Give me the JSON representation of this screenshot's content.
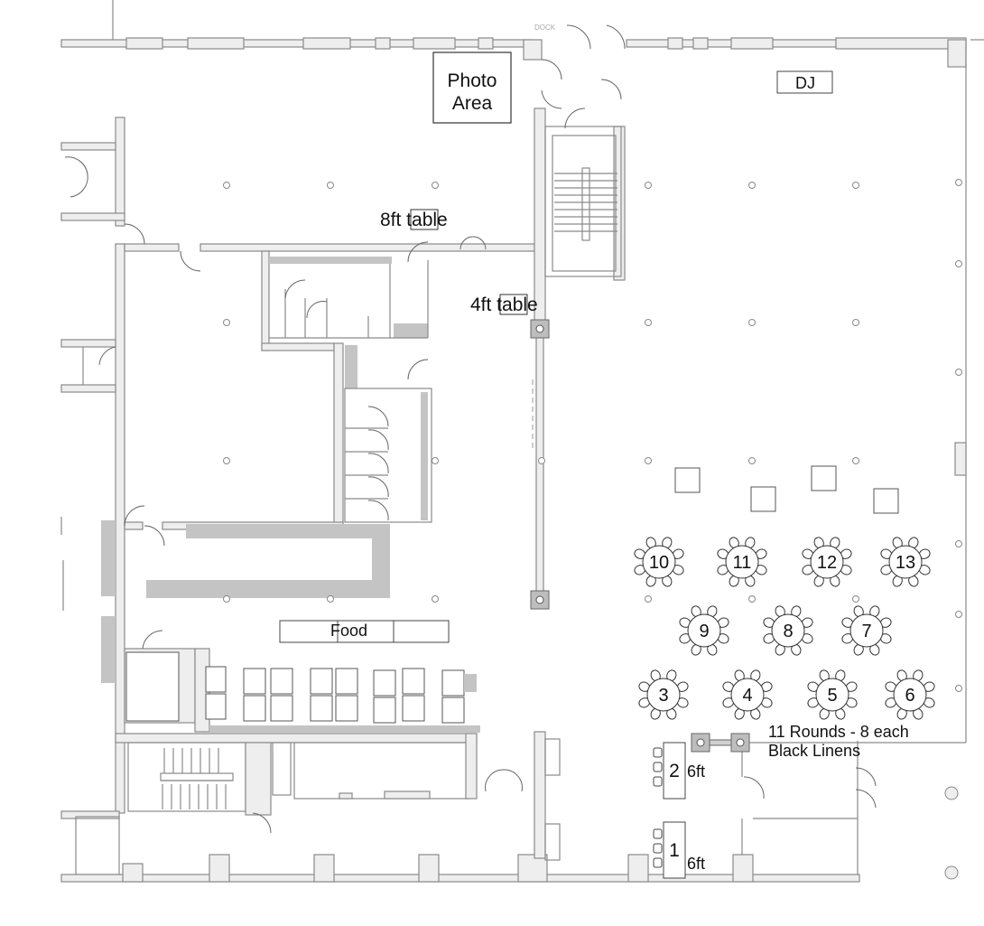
{
  "labels": {
    "dock": "DOCK",
    "photo_area_line1": "Photo",
    "photo_area_line2": "Area",
    "dj": "DJ",
    "table_8ft": "8ft table",
    "table_4ft": "4ft table",
    "food": "Food",
    "rounds_note_line1": "11 Rounds - 8 each",
    "rounds_note_line2": "Black Linens",
    "rect_table_2_number": "2",
    "rect_table_2_size": "6ft",
    "rect_table_1_number": "1",
    "rect_table_1_size": "6ft"
  },
  "round_tables": [
    "10",
    "11",
    "12",
    "13",
    "9",
    "8",
    "7",
    "3",
    "4",
    "5",
    "6"
  ]
}
